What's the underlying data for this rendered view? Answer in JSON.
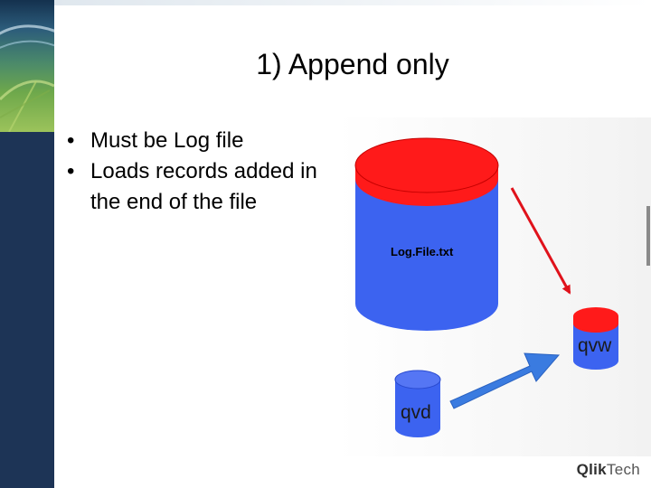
{
  "slide": {
    "title": "1) Append only",
    "bullets": [
      {
        "dot": "•",
        "text": "Must be Log file"
      },
      {
        "dot": "•",
        "text": "Loads records added in the end of the file"
      }
    ]
  },
  "diagram": {
    "logfile_label": "Log.File.txt",
    "qvw_label": "qvw",
    "qvd_label": "qvd",
    "colors": {
      "cylinder_blue": "#3c63f0",
      "cylinder_red": "#ff1a1a",
      "arrow_red": "#e0121b",
      "arrow_blue": "#3a7be0"
    }
  },
  "logo": {
    "qlik": "Qlik",
    "tech": "Tech"
  }
}
